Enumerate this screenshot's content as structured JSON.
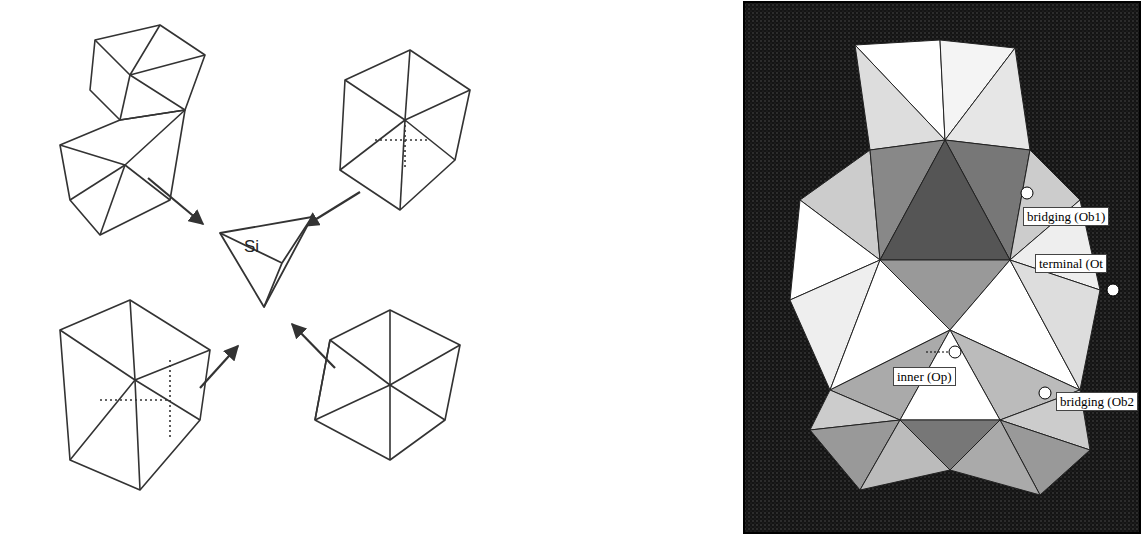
{
  "diagram": {
    "nodes": [
      {
        "text": [
          "Si"
        ]
      }
    ],
    "labels": [
      "bridging (Ob1)",
      "terminal (Ot",
      "inner (Op)",
      "bridging (Ob2"
    ]
  }
}
